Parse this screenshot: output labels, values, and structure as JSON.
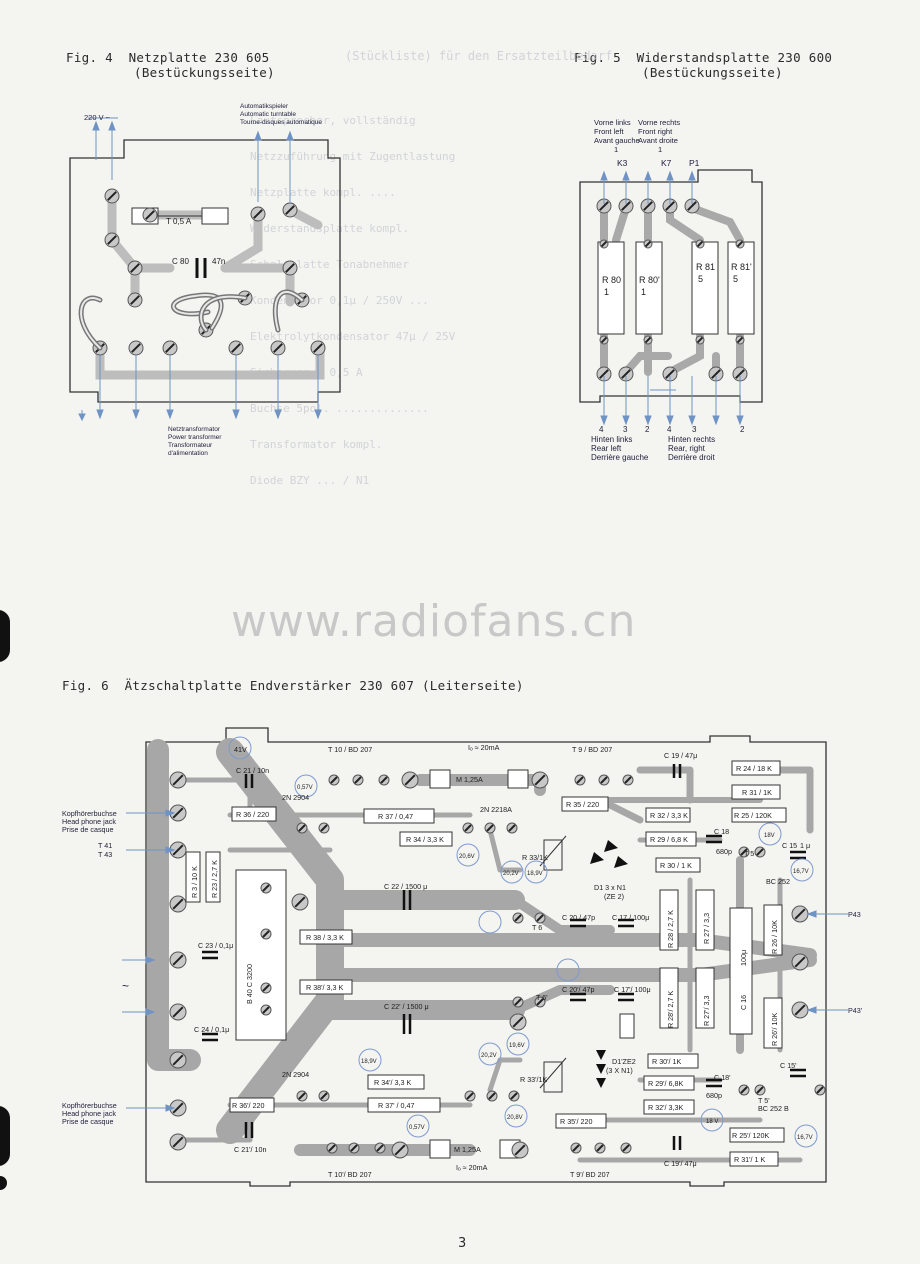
{
  "figures": {
    "fig4": {
      "title": "Fig. 4  Netzplatte 230 605",
      "subtitle": "(Bestückungsseite)"
    },
    "fig5": {
      "title": "Fig. 5  Widerstandsplatte 230 600",
      "subtitle": "(Bestückungsseite)"
    },
    "fig6": {
      "title": "Fig. 6  Ätzschaltplatte Endverstärker 230 607 (Leiterseite)"
    }
  },
  "fig4_labels": {
    "voltage": "220 V ~",
    "turntable": [
      "Automatikspieler",
      "Automatic turntable",
      "Tourne-disques automatique"
    ],
    "fuse": "T 0,5 A",
    "c80": "C 80",
    "c80_value": "47n",
    "transformer": [
      "Netztransformator",
      "Power transformer",
      "Transformateur",
      "d'alimentation"
    ]
  },
  "fig5_labels": {
    "front_left": [
      "Vorne links",
      "Front left",
      "Avant gauche",
      "1"
    ],
    "front_right": [
      "Vorne rechts",
      "Front right",
      "Avant droite",
      "1"
    ],
    "k3": "K3",
    "k7": "K7",
    "p1": "P1",
    "r80": [
      "R 80",
      "1"
    ],
    "r80p": [
      "R 80'",
      "1"
    ],
    "r81": [
      "R 81",
      "5"
    ],
    "r81p": [
      "R 81'",
      "5"
    ],
    "bottom_nums_left": [
      "4",
      "3",
      "2"
    ],
    "bottom_nums_right": [
      "4",
      "3",
      "2"
    ],
    "rear_left": [
      "Hinten links",
      "Rear  left",
      "Derrière gauche"
    ],
    "rear_right": [
      "Hinten  rechts",
      "Rear, right",
      "Derrière  droit"
    ]
  },
  "fig6_labels": {
    "v41": "41V",
    "t10": "T 10 / BD 207",
    "t9": "T 9 / BD 207",
    "t10p": "T 10'/ BD 207",
    "t9p": "T 9'/ BD 207",
    "i20": "Iₒ ≈ 20mA",
    "m125": "M 1,25A",
    "m125p": "M 1,25A",
    "c21": "C 21 / 10n",
    "c21p": "C 21'/ 10n",
    "c19": "C 19 / 47μ",
    "c19p": "C 19'/ 47μ",
    "r24": "R 24 / 18 K",
    "r31": "R 31 / 1K",
    "r25": "R 25 / 120K",
    "r25p": "R 25'/ 120K",
    "r31p": "R 31'/ 1 K",
    "r36": "R 36 / 220",
    "r36p": "R 36'/ 220",
    "r37": "R  37  / 0,47",
    "r37p": "R 37' /  0,47",
    "r34": "R 34 / 3,3 K",
    "r34p": "R 34'/ 3,3 K",
    "r35": "R 35 / 220",
    "r35p": "R 35'/ 220",
    "r32": "R 32 / 3,3 K",
    "r32p": "R 32'/ 3,3K",
    "r29": "R 29 / 6,8 K",
    "r29p": "R 29'/ 6,8K",
    "r30": "R 30 / 1 K",
    "r30p": "R 30'/ 1K",
    "r33": "R 33/1K",
    "r33p": "R 33'/1K",
    "t8": "2N 2904",
    "t8p": "2N 2904",
    "t7": "2N 2218A",
    "v057": "0,57V",
    "v057p": "0,57V",
    "v206": "20,6V",
    "v202": "20,2V",
    "v189": "18,9V",
    "v189p": "18,9V",
    "v196": "19,6V",
    "v202p": "20,2V",
    "v208": "20,8V",
    "v18": "18V",
    "v18p": "18 V",
    "v167": "16,7V",
    "v167p": "16,7V",
    "d1": "D1  3 x N1",
    "d1b": "(ZE 2)",
    "d1p": "D1'ZE2",
    "d1pb": "(3 X N1)",
    "c18": "C 18",
    "c18v": "680p",
    "c18p": "C 18'",
    "c18pv": "680p",
    "c15": "C 15",
    "c15v": "1 μ",
    "c15p": "C 15'",
    "t5": "T 5",
    "bc252": "BC 252",
    "bc252b": "BC 252 B",
    "t5p": "T 5'",
    "c22": "C 22 / 1500 μ",
    "c22p": "C 22' / 1500 μ",
    "c20": "C 20 / 47p",
    "c20p": "C 20'/ 47p",
    "c17": "C 17 / 100μ",
    "c17p": "C 17'/ 100μ",
    "t6": "T 6",
    "t6p": "T 6'",
    "r28": "R 28 / 2,7 K",
    "r28p": "R 28'/ 2,7 K",
    "r27": "R 27 / 3,3",
    "r27p": "R 27'/ 3,3",
    "c16": "C 16",
    "c16v": "100μ",
    "r26": "R 26 / 10K",
    "r26p": "R 26'/ 10K",
    "p43": "P43",
    "p43p": "P43'",
    "r38": "R 38 / 3,3 K",
    "r38p": "R 38'/ 3,3 K",
    "r3": "R 3 / 10 K",
    "r23": "R 23 / 2,7 K",
    "c23": "C 23 / 0,1μ",
    "c24": "C 24 / 0,1μ",
    "b40": "B 40  C 3200",
    "headphone": [
      "Kopfhörerbuchse",
      "Head phone jack",
      "Prise de casque"
    ],
    "headphone_p": [
      "Kopfhörerbuchse",
      "Head phone jack",
      "Prise de casque"
    ],
    "t41": "T 41",
    "t43": "T 43",
    "tilde": "~"
  },
  "watermark": "www.radiofans.cn",
  "page_number": "3",
  "colors": {
    "trace": "#a9a9a9",
    "board_line": "#333333",
    "arrow": "#6e93c4",
    "voltage_circle": "#7e9ad0"
  }
}
